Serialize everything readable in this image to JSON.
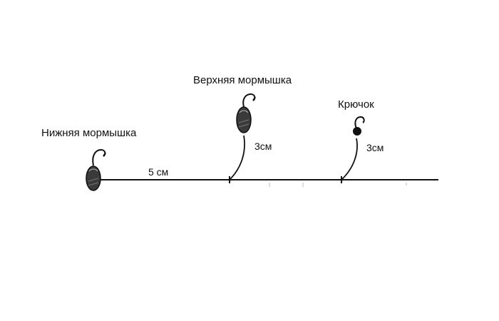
{
  "labels": {
    "lower_jig": "Нижняя мормышка",
    "upper_jig": "Верхняя мормышка",
    "hook": "Крючок",
    "main_gap": "5 см",
    "leash_upper": "3см",
    "leash_hook": "3см"
  },
  "colors": {
    "line": "#111111",
    "jig_body": "#3a3a3a",
    "background": "#ffffff"
  },
  "icons": {
    "jig": "jig-lure-icon",
    "hook_bead": "hook-bead-icon"
  }
}
